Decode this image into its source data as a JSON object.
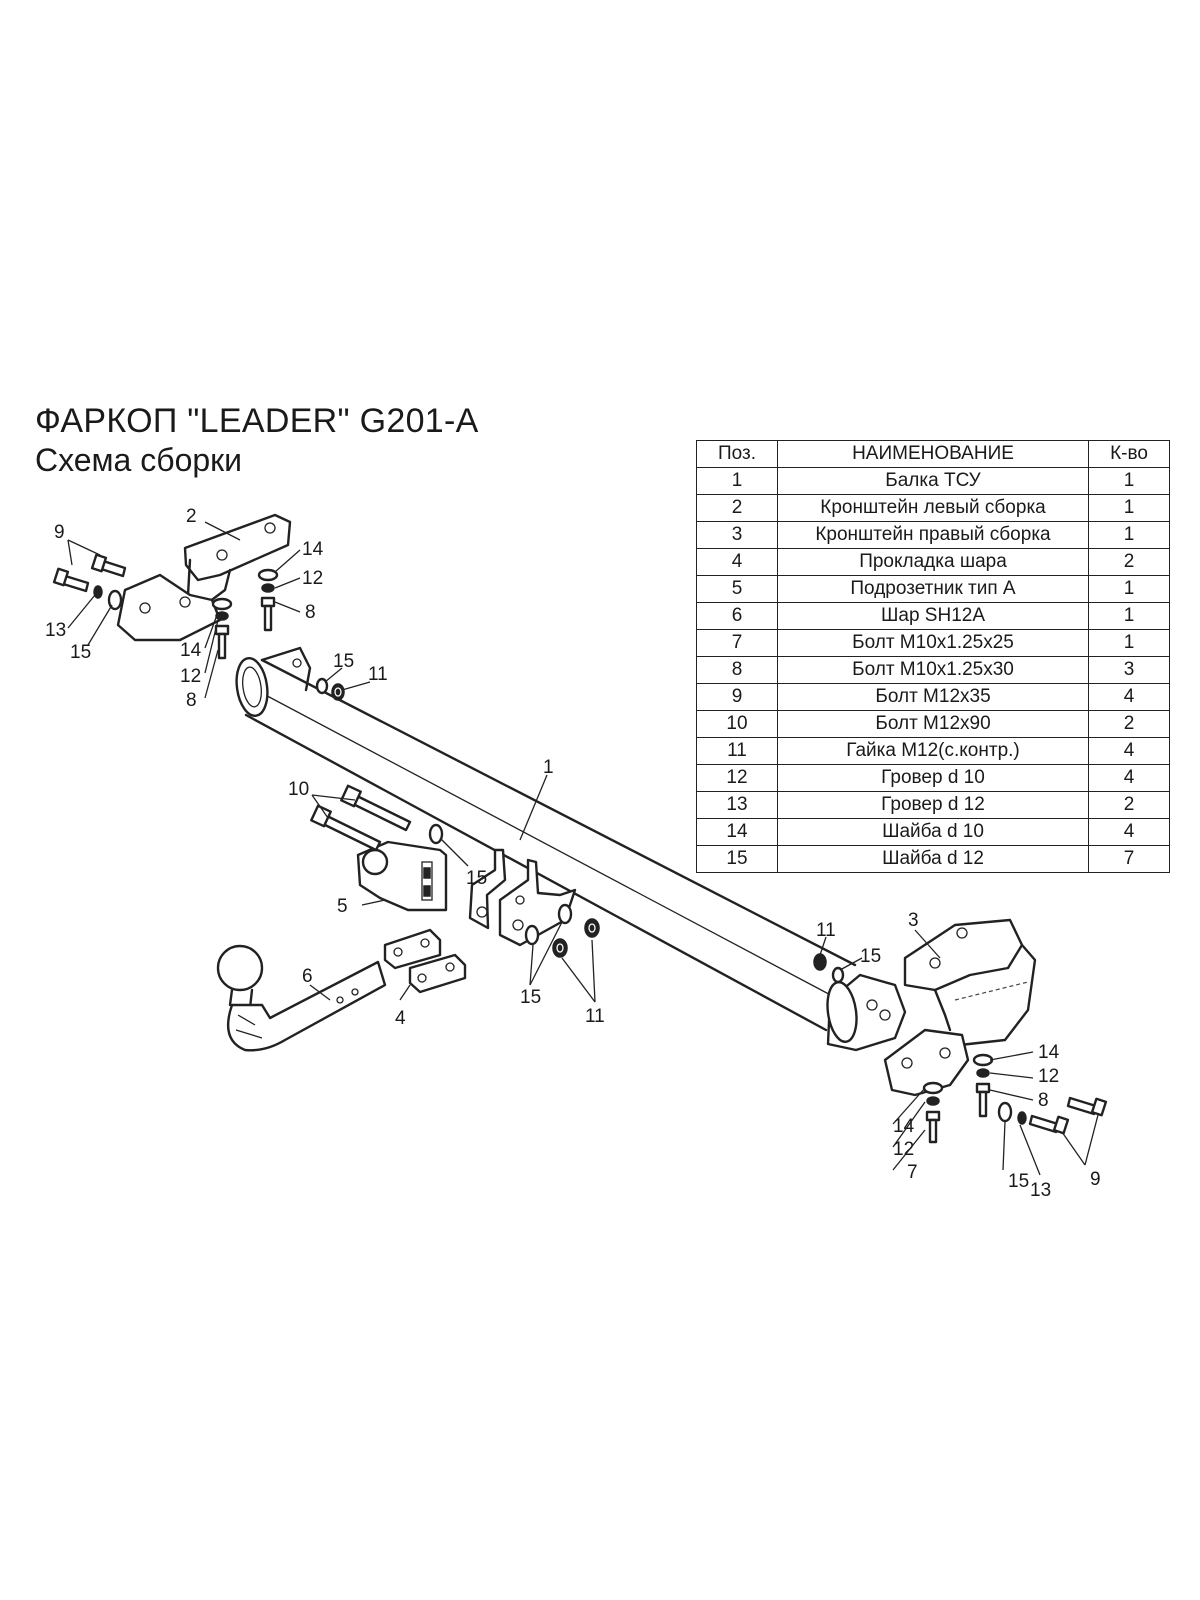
{
  "header": {
    "title": "ФАРКОП \"LEADER\" G201-A",
    "subtitle": "Схема сборки"
  },
  "parts_table": {
    "columns": [
      "Поз.",
      "НАИМЕНОВАНИЕ",
      "К-во"
    ],
    "rows": [
      {
        "pos": "1",
        "name": "Балка ТСУ",
        "qty": "1"
      },
      {
        "pos": "2",
        "name": "Кронштейн левый сборка",
        "qty": "1"
      },
      {
        "pos": "3",
        "name": "Кронштейн правый сборка",
        "qty": "1"
      },
      {
        "pos": "4",
        "name": "Прокладка шара",
        "qty": "2"
      },
      {
        "pos": "5",
        "name": "Подрозетник тип А",
        "qty": "1"
      },
      {
        "pos": "6",
        "name": "Шар SH12A",
        "qty": "1"
      },
      {
        "pos": "7",
        "name": "Болт М10x1.25x25",
        "qty": "1"
      },
      {
        "pos": "8",
        "name": "Болт М10x1.25x30",
        "qty": "3"
      },
      {
        "pos": "9",
        "name": "Болт М12x35",
        "qty": "4"
      },
      {
        "pos": "10",
        "name": "Болт М12x90",
        "qty": "2"
      },
      {
        "pos": "11",
        "name": "Гайка М12(с.контр.)",
        "qty": "4"
      },
      {
        "pos": "12",
        "name": "Гровер d 10",
        "qty": "4"
      },
      {
        "pos": "13",
        "name": "Гровер d 12",
        "qty": "2"
      },
      {
        "pos": "14",
        "name": "Шайба d 10",
        "qty": "4"
      },
      {
        "pos": "15",
        "name": "Шайба d 12",
        "qty": "7"
      }
    ]
  },
  "callouts": {
    "c1": "1",
    "c2": "2",
    "c3": "3",
    "c4": "4",
    "c5": "5",
    "c6": "6",
    "c7": "7",
    "c8": "8",
    "c9": "9",
    "c10": "10",
    "c11": "11",
    "c12": "12",
    "c13": "13",
    "c14": "14",
    "c15": "15"
  }
}
